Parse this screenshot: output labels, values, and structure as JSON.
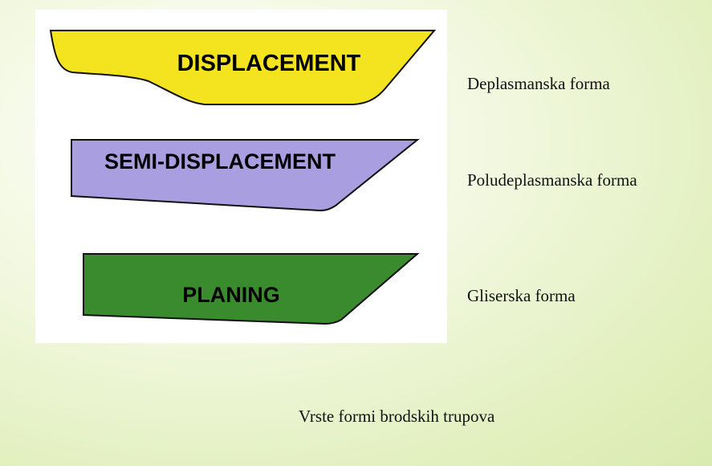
{
  "hulls": [
    {
      "label": "DISPLACEMENT",
      "caption": "Deplasmanska forma",
      "color": "#f3e41f"
    },
    {
      "label": "SEMI-DISPLACEMENT",
      "caption": "Poludeplasmanska forma",
      "color": "#a89ee0"
    },
    {
      "label": "PLANING",
      "caption": "Gliserska forma",
      "color": "#3a8a2e"
    }
  ],
  "footer": "Vrste formi brodskih trupova"
}
